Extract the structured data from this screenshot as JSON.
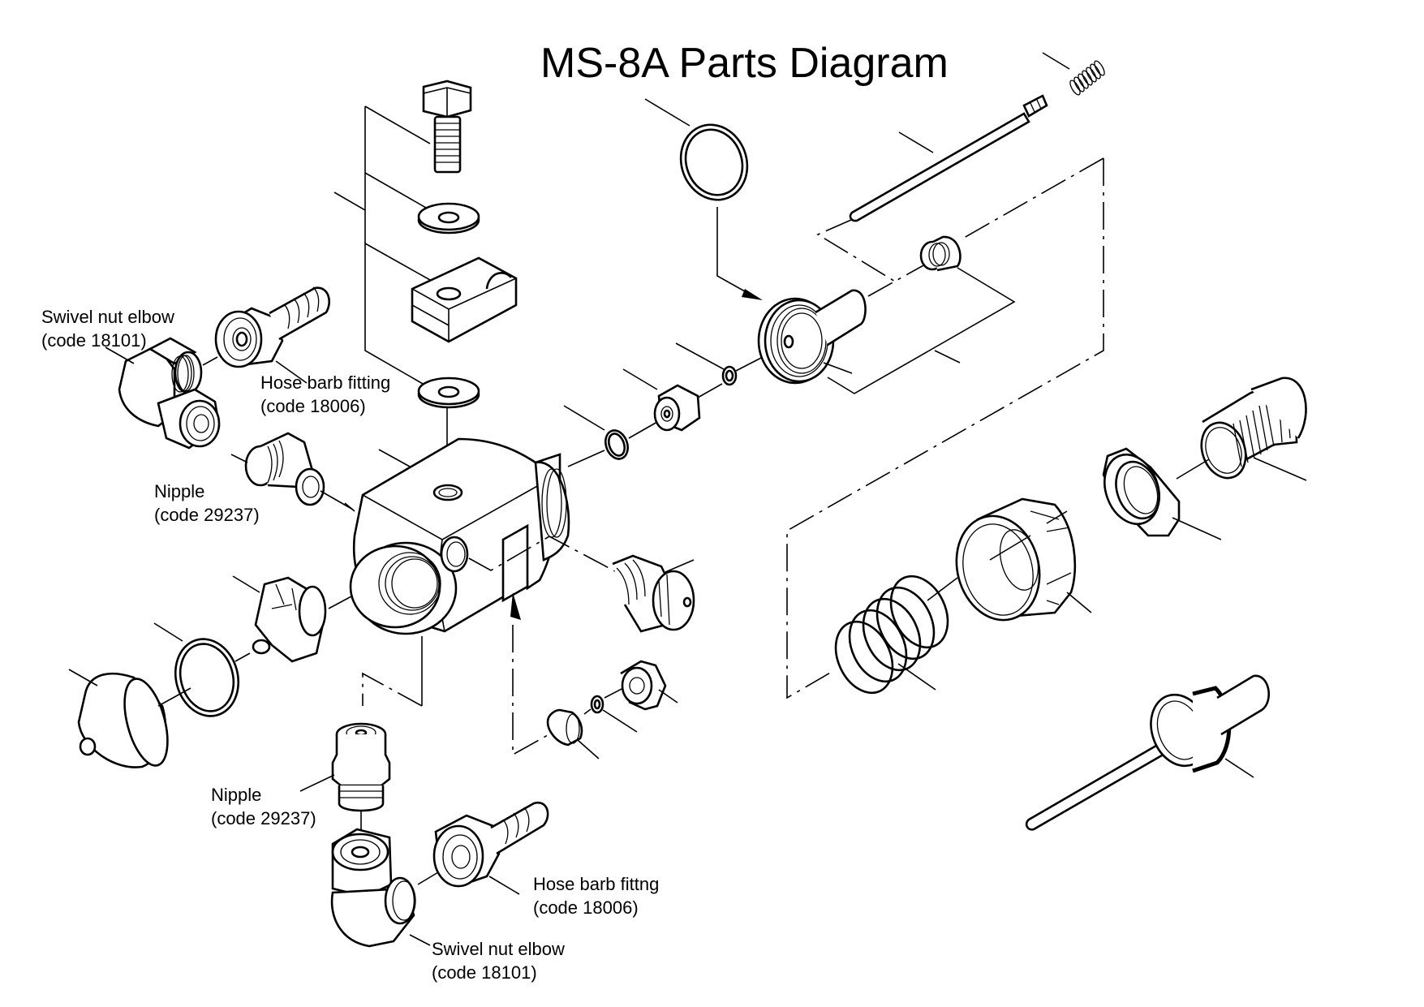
{
  "title": "MS-8A Parts Diagram",
  "colors": {
    "ink": "#000000",
    "paper": "#ffffff"
  },
  "labels": [
    {
      "id": "swivel-nut-elbow-top",
      "name": "Swivel nut elbow",
      "code": "(code 18101)"
    },
    {
      "id": "hose-barb-fitting-top",
      "name": "Hose barb fitting",
      "code": "(code 18006)"
    },
    {
      "id": "nipple-top",
      "name": "Nipple",
      "code": "(code 29237)"
    },
    {
      "id": "nipple-bottom",
      "name": "Nipple",
      "code": "(code 29237)"
    },
    {
      "id": "hose-barb-fitting-bottom",
      "name": "Hose barb fittng",
      "code": "(code 18006)"
    },
    {
      "id": "swivel-nut-elbow-bottom",
      "name": "Swivel nut elbow",
      "code": "(code 18101)"
    }
  ],
  "parts": [
    "hex-bolt",
    "upper-washer",
    "mounting-clamp",
    "lower-washer",
    "main-body",
    "o-ring-large",
    "needle-rod",
    "spring-small",
    "needle-guide",
    "packing-seal",
    "small-o-ring",
    "packing-nut",
    "o-ring-medium",
    "fluid-inlet-valve",
    "adjustment-knob",
    "seat-o-ring",
    "cap-o-ring",
    "end-cap",
    "ball-check",
    "check-o-ring",
    "check-valve-plug",
    "spring-large",
    "cylinder-cap",
    "lock-nut",
    "adjuster-sleeve",
    "piston-needle",
    "swivel-nut-elbow-top",
    "hose-barb-fitting-top",
    "nipple-top",
    "nipple-bottom",
    "swivel-nut-elbow-bottom",
    "hose-barb-fitting-bottom"
  ]
}
